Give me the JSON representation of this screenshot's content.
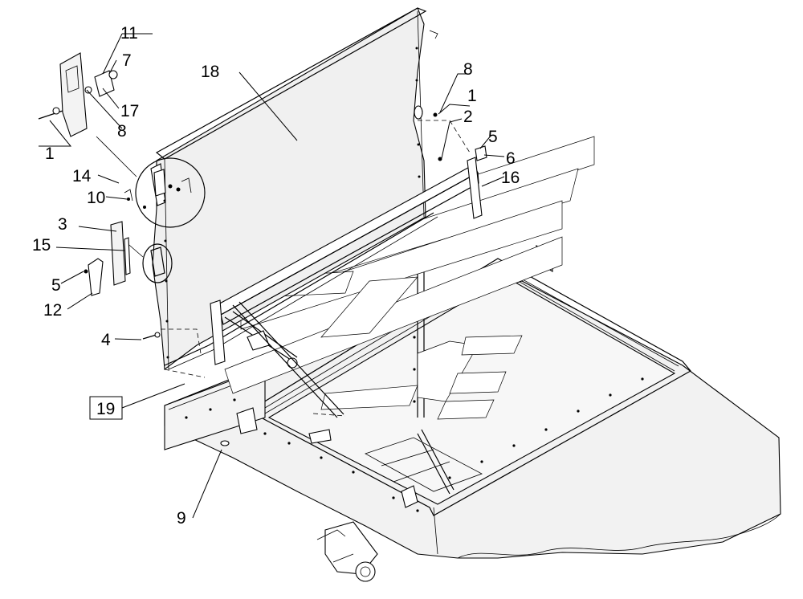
{
  "labels": {
    "l1_top": "1",
    "l1_left": "1",
    "l2": "2",
    "l3": "3",
    "l4": "4",
    "l5_right": "5",
    "l5_left": "5",
    "l6": "6",
    "l7": "7",
    "l8_top": "8",
    "l8_left": "8",
    "l9": "9",
    "l10": "10",
    "l11": "11",
    "l12": "12",
    "l14": "14",
    "l15": "15",
    "l16": "16",
    "l17": "17",
    "l18": "18",
    "l19": "19"
  },
  "colors": {
    "line": "#000000",
    "background": "#ffffff",
    "panel_shade": "#f0f0f0",
    "watermark_fill": "#ffffff"
  }
}
